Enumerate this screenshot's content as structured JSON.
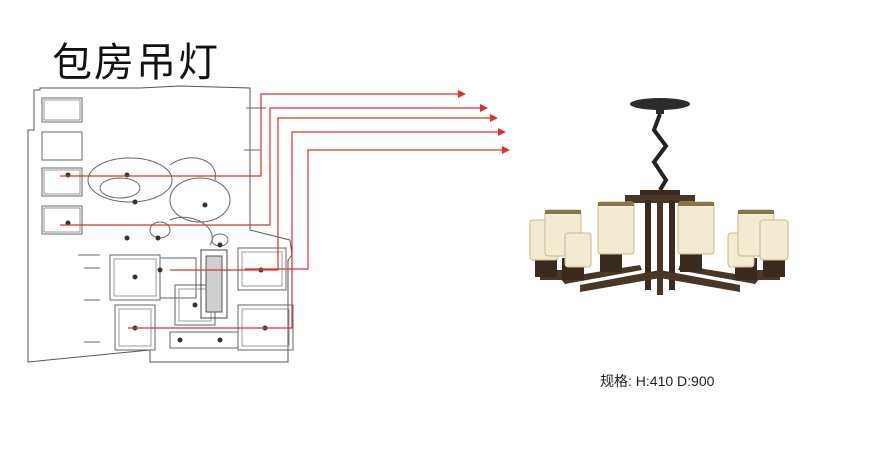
{
  "slide": {
    "title": "包房吊灯",
    "spec": "规格: H:410 D:900"
  },
  "colors": {
    "arrow": "#e0302a",
    "plan_line": "#555555",
    "lamp_metal": "#3a2a1e",
    "lamp_shade": "#f3ead2"
  },
  "icons": {
    "chandelier": "chandelier-image",
    "floor_plan": "floor-plan-drawing"
  }
}
